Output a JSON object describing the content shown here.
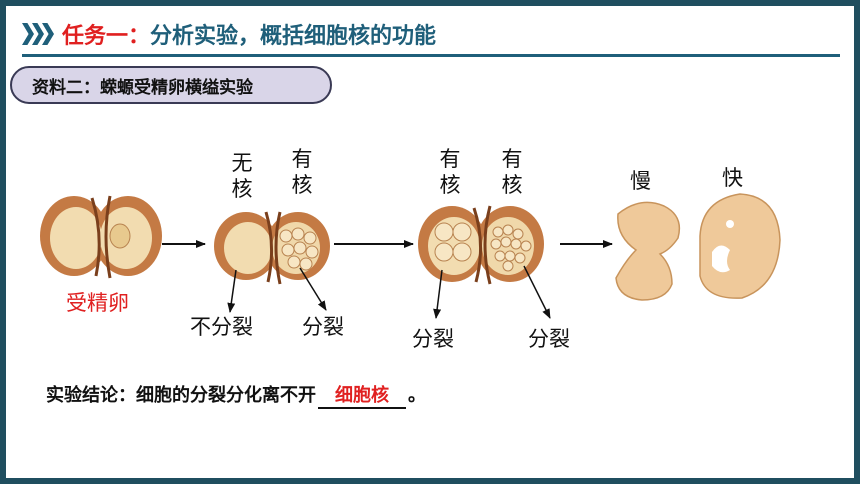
{
  "header": {
    "prefix": "任务一：",
    "title": "分析实验，概括细胞核的功能"
  },
  "material_label": "资料二：蝾螈受精卵横缢实验",
  "labels": {
    "fertilized_egg": "受精卵",
    "no_nucleus": "无核",
    "has_nucleus": "有核",
    "no_division": "不分裂",
    "division": "分裂",
    "slow": "慢",
    "fast": "快"
  },
  "conclusion": {
    "text": "实验结论：细胞的分裂分化离不开",
    "answer": "细胞核",
    "end": "。"
  },
  "colors": {
    "accent": "#1f5f7a",
    "red": "#e02020",
    "pill_bg": "#d9d5e8"
  }
}
